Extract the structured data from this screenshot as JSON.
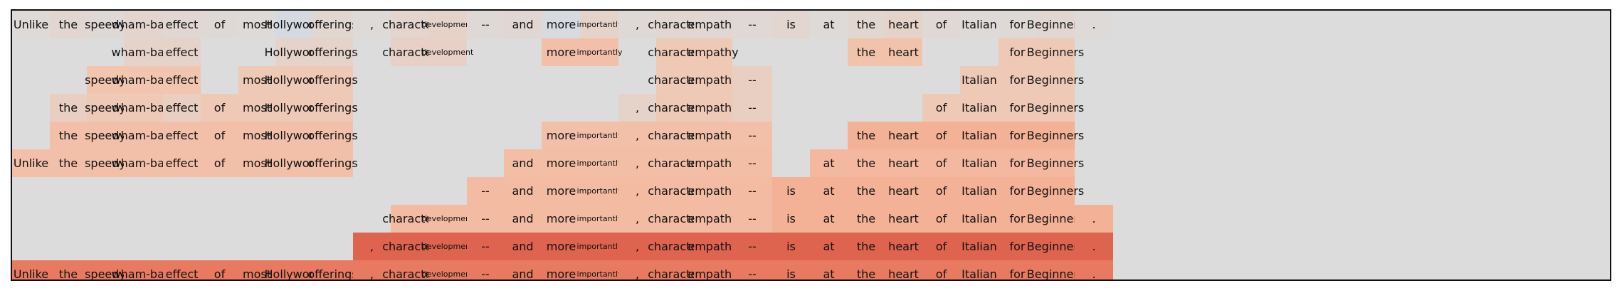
{
  "chart_data": {
    "type": "heatmap",
    "title": "",
    "xlabel": "",
    "ylabel": "",
    "tokens": [
      "Unlike",
      "the",
      "speedy",
      "wham-bam",
      "effect",
      "of",
      "most",
      "Hollywood",
      "offerings",
      ",",
      "character",
      "development",
      "--",
      "and",
      "more",
      "importantly",
      ",",
      "character",
      "empathy",
      "--",
      "is",
      "at",
      "the",
      "heart",
      "of",
      "Italian",
      "for",
      "Beginners",
      "."
    ],
    "small_tokens": [
      11,
      15
    ],
    "rows": [
      {
        "present": [
          1,
          1,
          1,
          1,
          1,
          1,
          1,
          1,
          1,
          1,
          1,
          1,
          1,
          1,
          1,
          1,
          1,
          1,
          1,
          1,
          1,
          1,
          1,
          1,
          1,
          1,
          1,
          1,
          1
        ],
        "values": [
          0.02,
          0.06,
          0.03,
          0.08,
          0.05,
          0.03,
          0.02,
          -0.06,
          0.06,
          0.02,
          0.08,
          0.1,
          0.03,
          0.05,
          -0.04,
          0.1,
          0.03,
          0.06,
          0.05,
          0.04,
          0.06,
          0.02,
          0.06,
          0.1,
          0.04,
          0.02,
          0.03,
          0.06,
          0.02
        ]
      },
      {
        "present": [
          0,
          0,
          0,
          1,
          1,
          0,
          0,
          1,
          1,
          0,
          1,
          1,
          0,
          0,
          1,
          1,
          0,
          1,
          1,
          0,
          0,
          0,
          1,
          1,
          0,
          0,
          1,
          1,
          0
        ],
        "values": [
          0,
          0,
          0,
          0.1,
          0.1,
          0,
          0,
          0.1,
          0.1,
          0,
          0.12,
          0.12,
          0,
          0,
          0.28,
          0.28,
          0,
          0.2,
          0.2,
          0,
          0,
          0,
          0.26,
          0.26,
          0,
          0,
          0.2,
          0.2,
          0
        ]
      },
      {
        "present": [
          0,
          0,
          1,
          1,
          1,
          0,
          1,
          1,
          1,
          0,
          0,
          0,
          0,
          0,
          0,
          0,
          0,
          1,
          1,
          1,
          0,
          0,
          0,
          0,
          0,
          1,
          1,
          1,
          0
        ],
        "values": [
          0,
          0,
          0.24,
          0.24,
          0.24,
          0,
          0.2,
          0.2,
          0.2,
          0,
          0,
          0,
          0,
          0,
          0,
          0,
          0,
          0.2,
          0.2,
          0.14,
          0,
          0,
          0,
          0,
          0,
          0.2,
          0.2,
          0.2,
          0
        ]
      },
      {
        "present": [
          0,
          1,
          1,
          1,
          1,
          1,
          1,
          1,
          1,
          0,
          0,
          0,
          0,
          0,
          0,
          0,
          1,
          1,
          1,
          1,
          0,
          0,
          0,
          0,
          1,
          1,
          1,
          1,
          0
        ],
        "values": [
          0,
          0.14,
          0.2,
          0.2,
          0.14,
          0.2,
          0.2,
          0.2,
          0.2,
          0,
          0,
          0,
          0,
          0,
          0,
          0,
          0.1,
          0.2,
          0.2,
          0.14,
          0,
          0,
          0,
          0,
          0.2,
          0.2,
          0.2,
          0.2,
          0
        ]
      },
      {
        "present": [
          0,
          1,
          1,
          1,
          1,
          1,
          1,
          1,
          1,
          0,
          0,
          0,
          0,
          0,
          1,
          1,
          1,
          1,
          1,
          1,
          0,
          0,
          1,
          1,
          1,
          1,
          1,
          1,
          0
        ],
        "values": [
          0,
          0.28,
          0.28,
          0.28,
          0.28,
          0.28,
          0.28,
          0.28,
          0.28,
          0,
          0,
          0,
          0,
          0,
          0.28,
          0.28,
          0.28,
          0.28,
          0.28,
          0.28,
          0,
          0,
          0.4,
          0.4,
          0.4,
          0.4,
          0.4,
          0.4,
          0
        ]
      },
      {
        "present": [
          1,
          1,
          1,
          1,
          1,
          1,
          1,
          1,
          1,
          0,
          0,
          0,
          0,
          1,
          1,
          1,
          1,
          1,
          1,
          1,
          0,
          1,
          1,
          1,
          1,
          1,
          1,
          1,
          0
        ],
        "values": [
          0.28,
          0.28,
          0.28,
          0.28,
          0.28,
          0.28,
          0.28,
          0.28,
          0.28,
          0,
          0,
          0,
          0,
          0.3,
          0.3,
          0.3,
          0.3,
          0.3,
          0.3,
          0.3,
          0,
          0.34,
          0.34,
          0.34,
          0.34,
          0.34,
          0.34,
          0.34,
          0
        ]
      },
      {
        "present": [
          0,
          0,
          0,
          0,
          0,
          0,
          0,
          0,
          0,
          0,
          0,
          0,
          1,
          1,
          1,
          1,
          1,
          1,
          1,
          1,
          1,
          1,
          1,
          1,
          1,
          1,
          1,
          1,
          0
        ],
        "values": [
          0,
          0,
          0,
          0,
          0,
          0,
          0,
          0,
          0,
          0,
          0,
          0,
          0.32,
          0.32,
          0.32,
          0.32,
          0.32,
          0.32,
          0.32,
          0.32,
          0.4,
          0.4,
          0.4,
          0.4,
          0.4,
          0.4,
          0.4,
          0.4,
          0
        ]
      },
      {
        "present": [
          0,
          0,
          0,
          0,
          0,
          0,
          0,
          0,
          0,
          0,
          1,
          1,
          1,
          1,
          1,
          1,
          1,
          1,
          1,
          1,
          1,
          1,
          1,
          1,
          1,
          1,
          1,
          1,
          1
        ],
        "values": [
          0,
          0,
          0,
          0,
          0,
          0,
          0,
          0,
          0,
          0,
          0.32,
          0.32,
          0.32,
          0.32,
          0.32,
          0.32,
          0.32,
          0.32,
          0.32,
          0.32,
          0.4,
          0.4,
          0.4,
          0.4,
          0.4,
          0.4,
          0.4,
          0.4,
          0.4
        ]
      },
      {
        "present": [
          0,
          0,
          0,
          0,
          0,
          0,
          0,
          0,
          0,
          1,
          1,
          1,
          1,
          1,
          1,
          1,
          1,
          1,
          1,
          1,
          1,
          1,
          1,
          1,
          1,
          1,
          1,
          1,
          1
        ],
        "values": [
          0,
          0,
          0,
          0,
          0,
          0,
          0,
          0,
          0,
          0.82,
          0.82,
          0.82,
          0.82,
          0.82,
          0.82,
          0.82,
          0.82,
          0.82,
          0.82,
          0.82,
          0.82,
          0.82,
          0.82,
          0.82,
          0.82,
          0.82,
          0.82,
          0.82,
          0.82
        ]
      },
      {
        "present": [
          1,
          1,
          1,
          1,
          1,
          1,
          1,
          1,
          1,
          1,
          1,
          1,
          1,
          1,
          1,
          1,
          1,
          1,
          1,
          1,
          1,
          1,
          1,
          1,
          1,
          1,
          1,
          1,
          1
        ],
        "values": [
          0.7,
          0.7,
          0.7,
          0.7,
          0.7,
          0.7,
          0.7,
          0.7,
          0.7,
          0.7,
          0.7,
          0.7,
          0.7,
          0.7,
          0.7,
          0.7,
          0.7,
          0.7,
          0.7,
          0.7,
          0.7,
          0.7,
          0.7,
          0.7,
          0.7,
          0.7,
          0.7,
          0.7,
          0.7
        ]
      }
    ],
    "colormap": "coolwarm",
    "missing_color": "#dcdcdc",
    "grid": false,
    "legend": "none"
  }
}
